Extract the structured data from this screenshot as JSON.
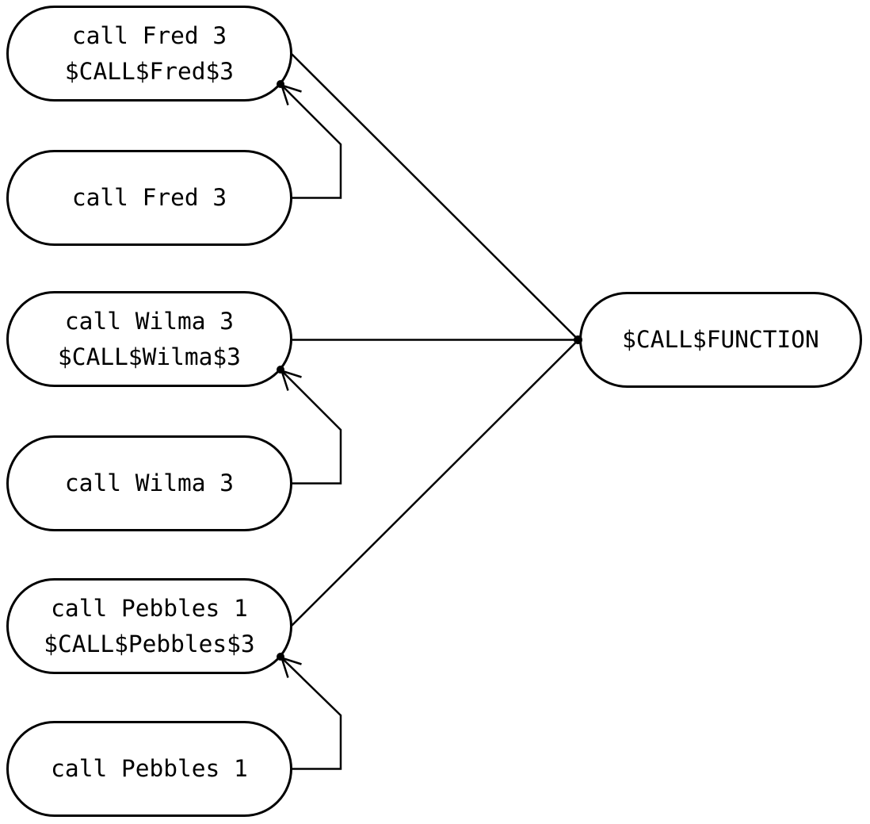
{
  "diagram": {
    "background_color": "#ffffff",
    "stroke_color": "#000000",
    "nodes": [
      {
        "id": "fred-definition",
        "line1": "call Fred 3",
        "line2": "$CALL$Fred$3"
      },
      {
        "id": "fred-call",
        "line1": "call Fred 3"
      },
      {
        "id": "wilma-definition",
        "line1": "call Wilma 3",
        "line2": "$CALL$Wilma$3"
      },
      {
        "id": "wilma-call",
        "line1": "call Wilma 3"
      },
      {
        "id": "pebbles-definition",
        "line1": "call Pebbles 1",
        "line2": "$CALL$Pebbles$3"
      },
      {
        "id": "pebbles-call",
        "line1": "call Pebbles 1"
      },
      {
        "id": "call-function",
        "line1": "$CALL$FUNCTION"
      }
    ],
    "edges": [
      {
        "from": "fred-definition",
        "to": "call-function",
        "style": "straight-line",
        "arrow": false
      },
      {
        "from": "wilma-definition",
        "to": "call-function",
        "style": "straight-line",
        "arrow": false
      },
      {
        "from": "pebbles-definition",
        "to": "call-function",
        "style": "straight-line",
        "arrow": false
      },
      {
        "from": "fred-call",
        "to": "fred-definition",
        "style": "elbow",
        "arrow": true
      },
      {
        "from": "wilma-call",
        "to": "wilma-definition",
        "style": "elbow",
        "arrow": true
      },
      {
        "from": "pebbles-call",
        "to": "pebbles-definition",
        "style": "elbow",
        "arrow": true
      }
    ]
  }
}
